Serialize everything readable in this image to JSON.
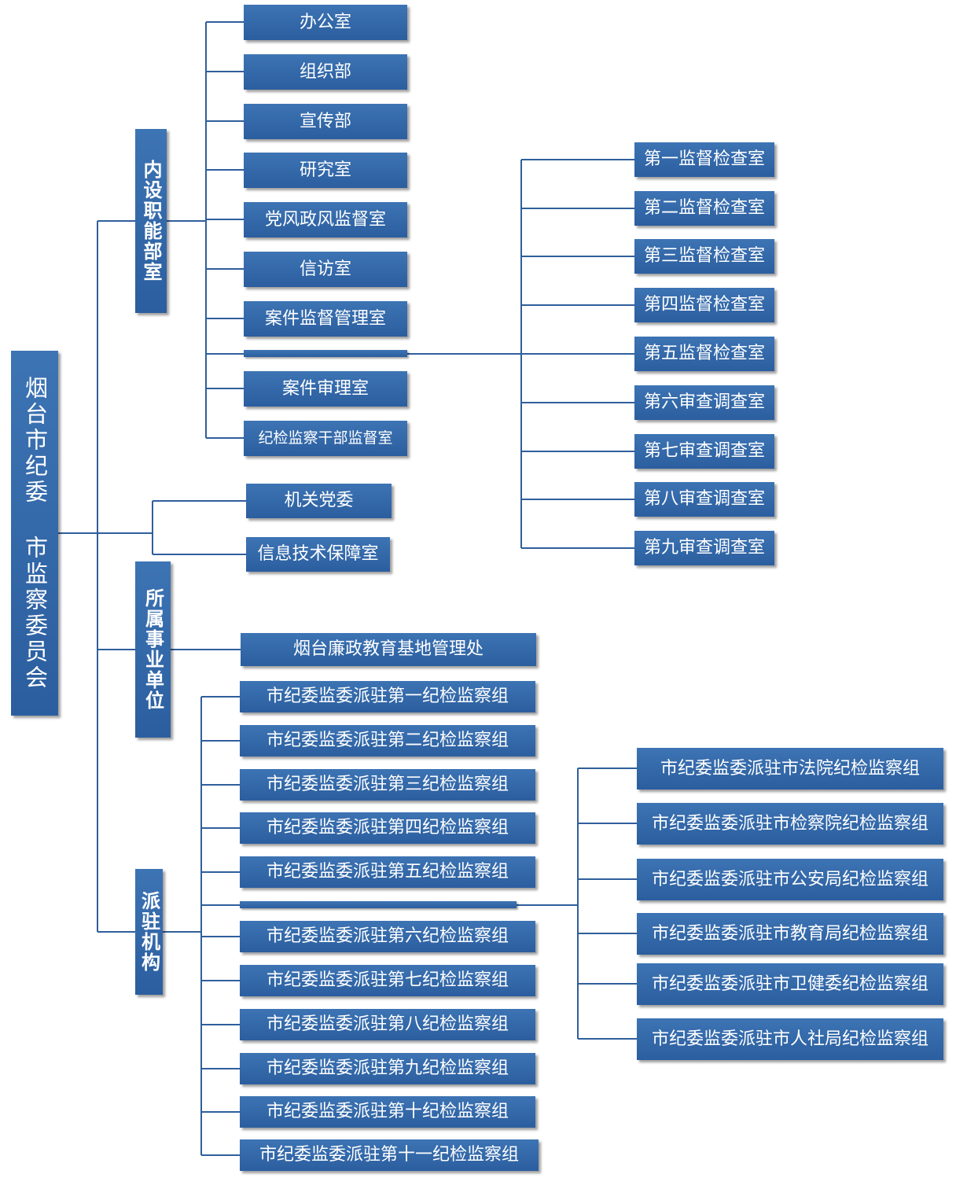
{
  "org_chart": {
    "root": "烟台市纪委 市监察委员会",
    "branches": [
      {
        "label": "内设职能部室",
        "departments": [
          "办公室",
          "组织部",
          "宣传部",
          "研究室",
          "党风政风监督室",
          "信访室",
          "案件监督管理室",
          "案件审理室",
          "纪检监察干部监督室"
        ],
        "supervision_rooms": [
          "第一监督检查室",
          "第二监督检查室",
          "第三监督检查室",
          "第四监督检查室",
          "第五监督检查室",
          "第六审查调查室",
          "第七审查调查室",
          "第八审查调查室",
          "第九审查调查室"
        ]
      },
      {
        "direct_units": [
          "机关党委",
          "信息技术保障室"
        ]
      },
      {
        "label": "所属事业单位",
        "units": [
          "烟台廉政教育基地管理处"
        ]
      },
      {
        "label": "派驻机构",
        "numbered_groups": [
          "市纪委监委派驻第一纪检监察组",
          "市纪委监委派驻第二纪检监察组",
          "市纪委监委派驻第三纪检监察组",
          "市纪委监委派驻第四纪检监察组",
          "市纪委监委派驻第五纪检监察组",
          "市纪委监委派驻第六纪检监察组",
          "市纪委监委派驻第七纪检监察组",
          "市纪委监委派驻第八纪检监察组",
          "市纪委监委派驻第九纪检监察组",
          "市纪委监委派驻第十纪检监察组",
          "市纪委监委派驻第十一纪检监察组"
        ],
        "agency_groups": [
          "市纪委监委派驻市法院纪检监察组",
          "市纪委监委派驻市检察院纪检监察组",
          "市纪委监委派驻市公安局纪检监察组",
          "市纪委监委派驻市教育局纪检监察组",
          "市纪委监委派驻市卫健委纪检监察组",
          "市纪委监委派驻市人社局纪检监察组"
        ]
      }
    ]
  },
  "colors": {
    "box_fill": "#2f63a3",
    "connector": "#2f5f9c",
    "text": "#ffffff"
  }
}
